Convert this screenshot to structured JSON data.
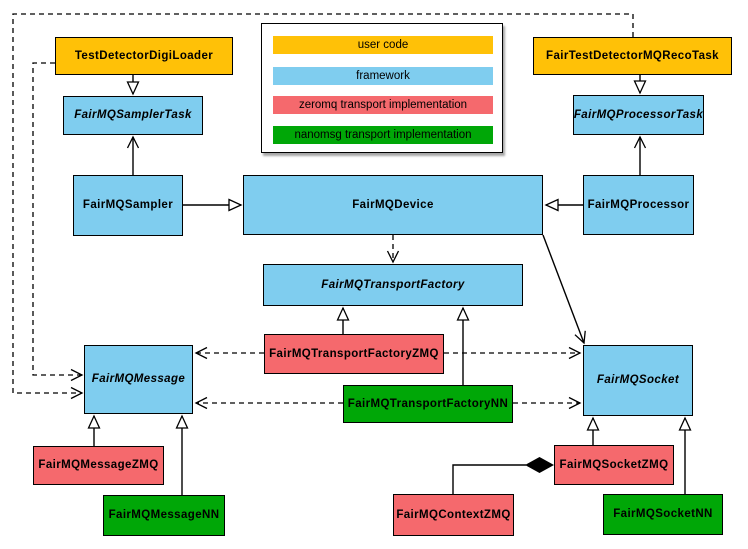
{
  "legend": {
    "items": [
      {
        "label": "user code",
        "color": "#FFC107"
      },
      {
        "label": "framework",
        "color": "#7FCDEF"
      },
      {
        "label": "zeromq transport implementation",
        "color": "#F5696D"
      },
      {
        "label": "nanomsg transport implementation",
        "color": "#00A707"
      }
    ]
  },
  "colors": {
    "user_code": "#FFC107",
    "framework": "#7FCDEF",
    "zeromq": "#F5696D",
    "nanomsg": "#00A707",
    "line": "#000000"
  },
  "nodes": [
    {
      "label": "TestDetectorDigiLoader",
      "category": "user code",
      "abstract": false,
      "color": "#FFC107"
    },
    {
      "label": "FairTestDetectorMQRecoTask",
      "category": "user code",
      "abstract": false,
      "color": "#FFC107"
    },
    {
      "label": "FairMQSamplerTask",
      "category": "framework",
      "abstract": true,
      "color": "#7FCDEF"
    },
    {
      "label": "FairMQProcessorTask",
      "category": "framework",
      "abstract": true,
      "color": "#7FCDEF"
    },
    {
      "label": "FairMQSampler",
      "category": "framework",
      "abstract": false,
      "color": "#7FCDEF"
    },
    {
      "label": "FairMQDevice",
      "category": "framework",
      "abstract": false,
      "color": "#7FCDEF"
    },
    {
      "label": "FairMQProcessor",
      "category": "framework",
      "abstract": false,
      "color": "#7FCDEF"
    },
    {
      "label": "FairMQTransportFactory",
      "category": "framework",
      "abstract": true,
      "color": "#7FCDEF"
    },
    {
      "label": "FairMQTransportFactoryZMQ",
      "category": "zeromq",
      "abstract": false,
      "color": "#F5696D"
    },
    {
      "label": "FairMQTransportFactoryNN",
      "category": "nanomsg",
      "abstract": false,
      "color": "#00A707"
    },
    {
      "label": "FairMQMessage",
      "category": "framework",
      "abstract": true,
      "color": "#7FCDEF"
    },
    {
      "label": "FairMQSocket",
      "category": "framework",
      "abstract": true,
      "color": "#7FCDEF"
    },
    {
      "label": "FairMQMessageZMQ",
      "category": "zeromq",
      "abstract": false,
      "color": "#F5696D"
    },
    {
      "label": "FairMQMessageNN",
      "category": "nanomsg",
      "abstract": false,
      "color": "#00A707"
    },
    {
      "label": "FairMQSocketZMQ",
      "category": "zeromq",
      "abstract": false,
      "color": "#F5696D"
    },
    {
      "label": "FairMQSocketNN",
      "category": "nanomsg",
      "abstract": false,
      "color": "#00A707"
    },
    {
      "label": "FairMQContextZMQ",
      "category": "zeromq",
      "abstract": false,
      "color": "#F5696D"
    }
  ],
  "edges": [
    {
      "from": "TestDetectorDigiLoader",
      "to": "FairMQSamplerTask",
      "type": "inheritance"
    },
    {
      "from": "FairTestDetectorMQRecoTask",
      "to": "FairMQProcessorTask",
      "type": "inheritance"
    },
    {
      "from": "FairMQSampler",
      "to": "FairMQDevice",
      "type": "inheritance"
    },
    {
      "from": "FairMQProcessor",
      "to": "FairMQDevice",
      "type": "inheritance"
    },
    {
      "from": "FairMQTransportFactoryZMQ",
      "to": "FairMQTransportFactory",
      "type": "inheritance"
    },
    {
      "from": "FairMQTransportFactoryNN",
      "to": "FairMQTransportFactory",
      "type": "inheritance"
    },
    {
      "from": "FairMQMessageZMQ",
      "to": "FairMQMessage",
      "type": "inheritance"
    },
    {
      "from": "FairMQMessageNN",
      "to": "FairMQMessage",
      "type": "inheritance"
    },
    {
      "from": "FairMQSocketZMQ",
      "to": "FairMQSocket",
      "type": "inheritance"
    },
    {
      "from": "FairMQSocketNN",
      "to": "FairMQSocket",
      "type": "inheritance"
    },
    {
      "from": "FairMQSampler",
      "to": "FairMQSamplerTask",
      "type": "association"
    },
    {
      "from": "FairMQProcessor",
      "to": "FairMQProcessorTask",
      "type": "association"
    },
    {
      "from": "FairMQDevice",
      "to": "FairMQSocket",
      "type": "association"
    },
    {
      "from": "FairMQDevice",
      "to": "FairMQTransportFactory",
      "type": "dependency"
    },
    {
      "from": "TestDetectorDigiLoader",
      "to": "FairMQMessage",
      "type": "dependency"
    },
    {
      "from": "FairTestDetectorMQRecoTask",
      "to": "FairMQMessage",
      "type": "dependency"
    },
    {
      "from": "FairMQTransportFactoryZMQ",
      "to": "FairMQMessage",
      "type": "dependency"
    },
    {
      "from": "FairMQTransportFactoryZMQ",
      "to": "FairMQSocket",
      "type": "dependency"
    },
    {
      "from": "FairMQTransportFactoryNN",
      "to": "FairMQMessage",
      "type": "dependency"
    },
    {
      "from": "FairMQTransportFactoryNN",
      "to": "FairMQSocket",
      "type": "dependency"
    },
    {
      "from": "FairMQContextZMQ",
      "to": "FairMQSocketZMQ",
      "type": "composition"
    }
  ]
}
